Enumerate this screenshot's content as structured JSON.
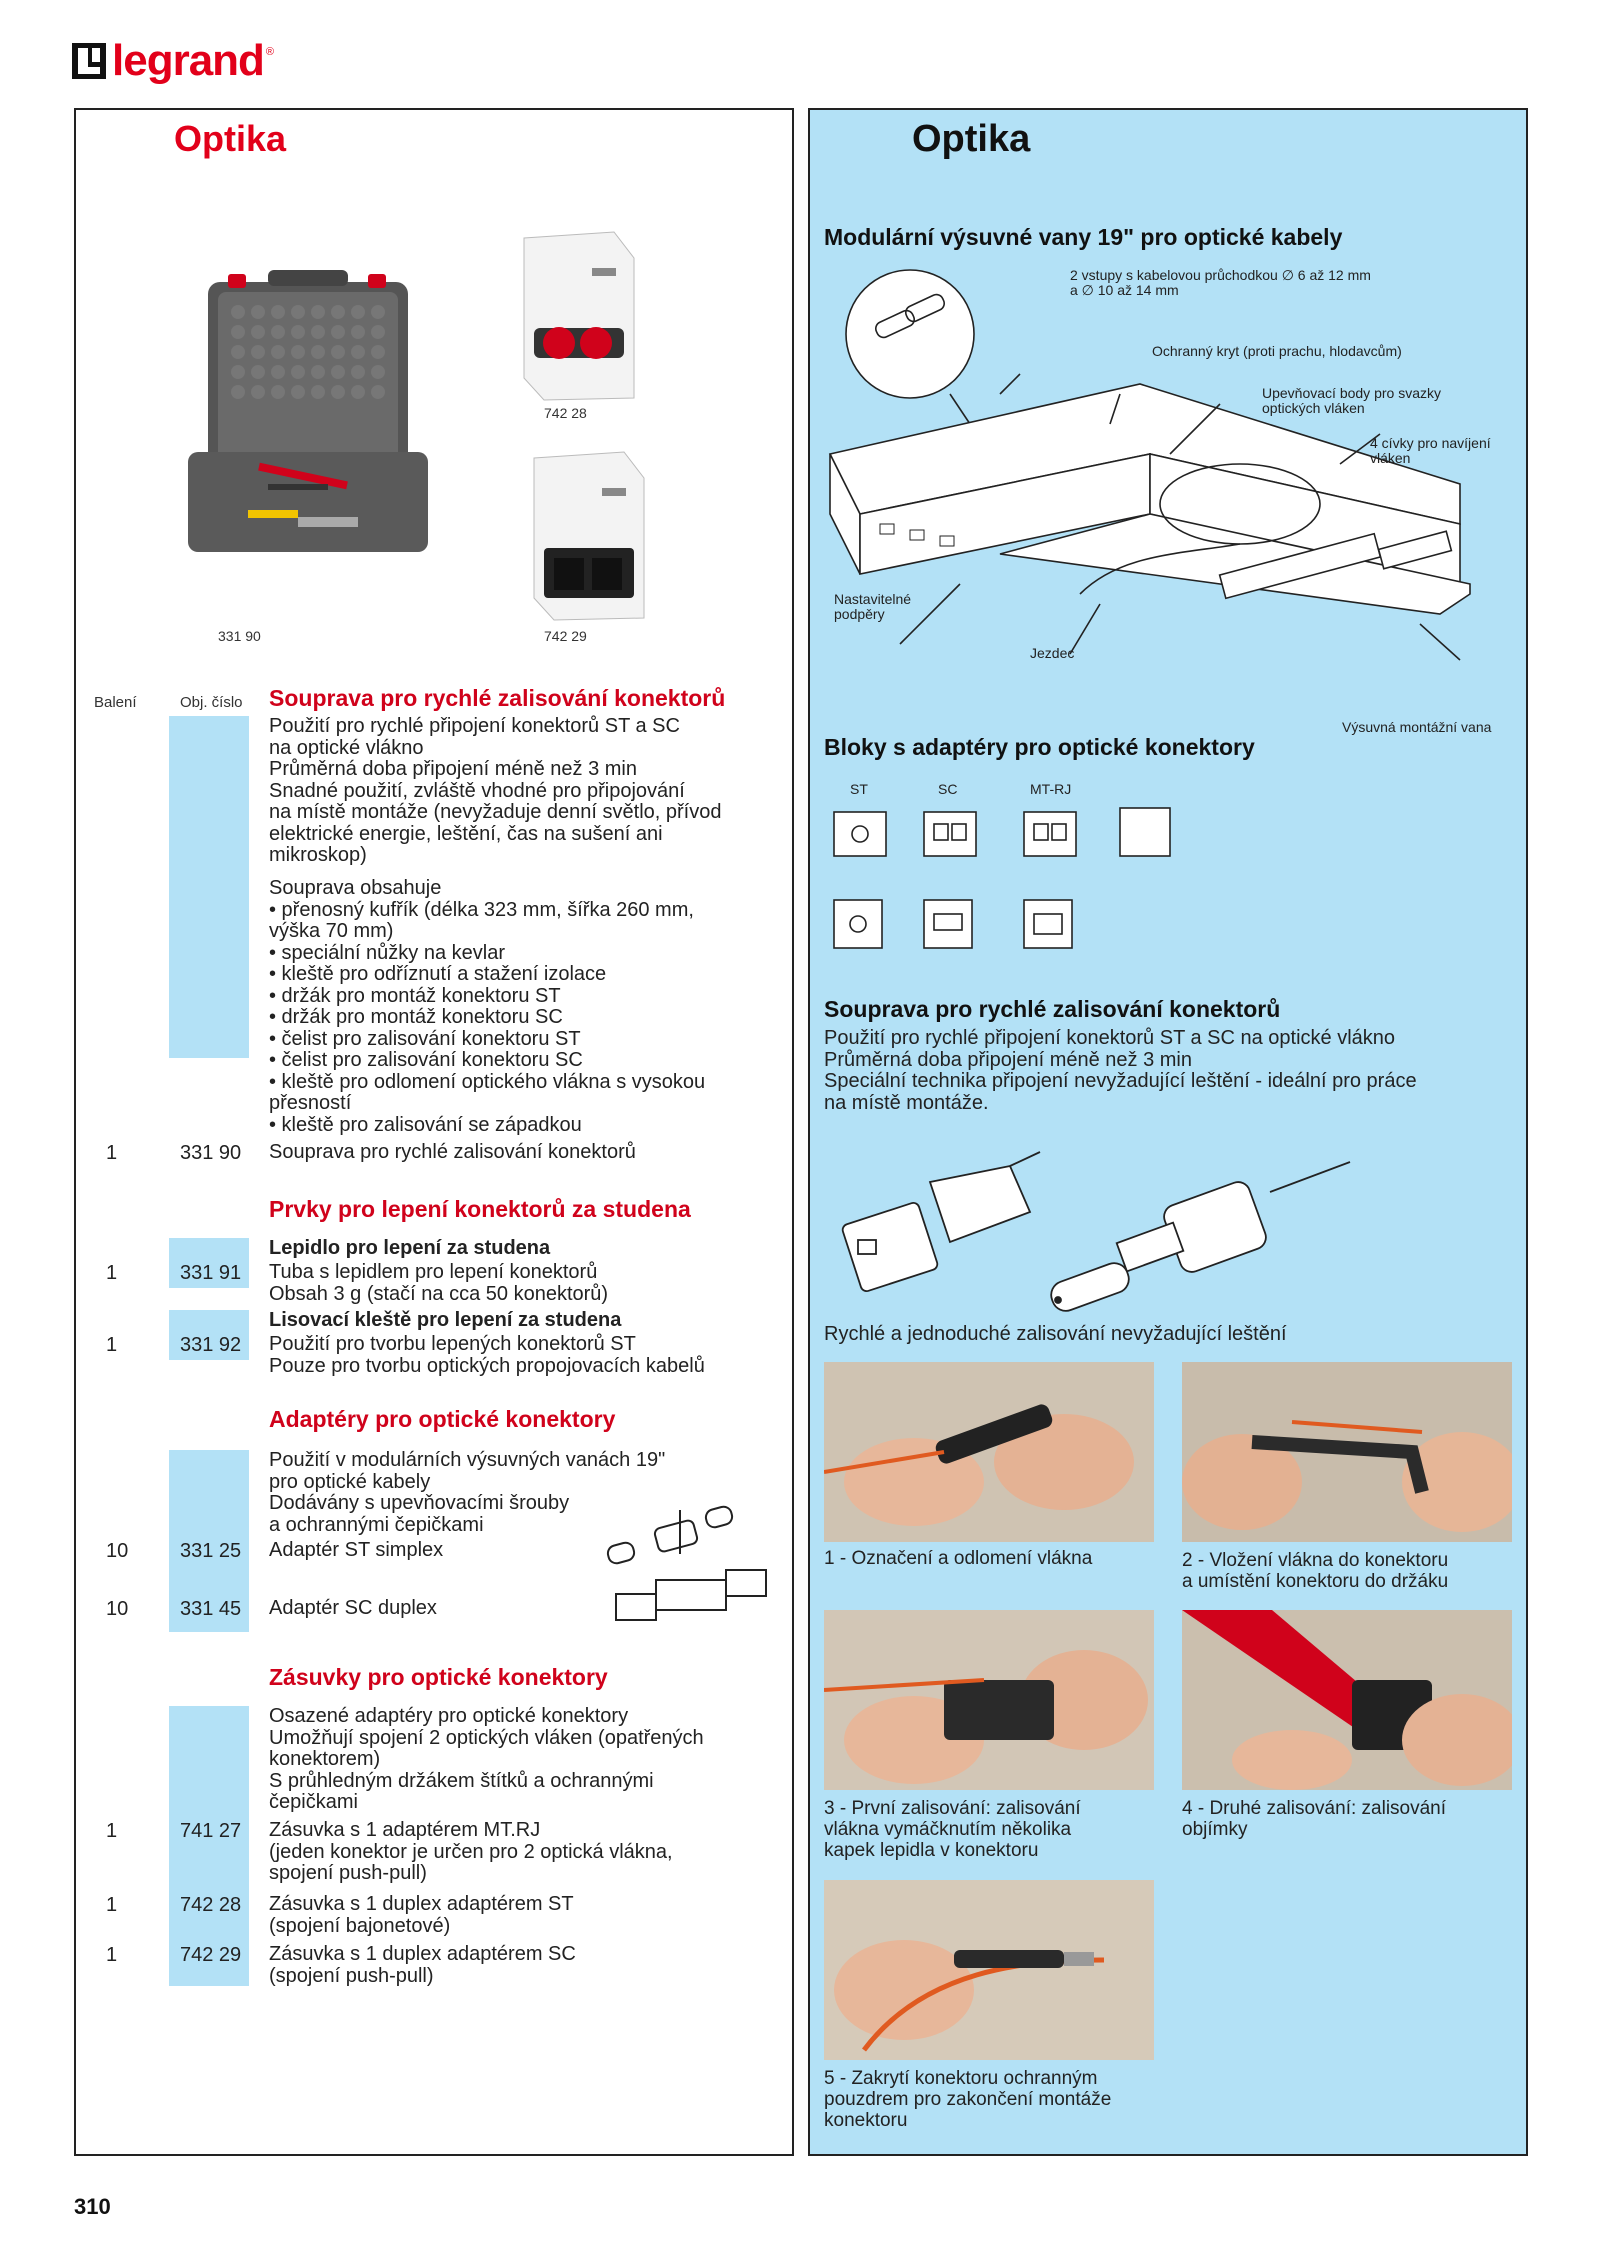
{
  "brand": {
    "name": "legrand",
    "color": "#e2001a"
  },
  "left": {
    "title": "Optika",
    "image_captions": {
      "case": "331 90",
      "socket_st": "742 28",
      "socket_sc": "742 29"
    },
    "col_headers": {
      "qty": "Balení",
      "code": "Obj. číslo"
    },
    "sections": [
      {
        "title": "Souprava pro rychlé zalisování konektorů",
        "intro": "Použití pro rychlé připojení konektorů ST a SC\nna optické vlákno\nPrůměrná doba připojení méně než 3 min\nSnadné použití, zvláště vhodné pro připojování\nna místě montáže (nevyžaduje denní světlo, přívod\nelektrické energie, leštění, čas na sušení ani\nmikroskop)",
        "contents": "Souprava obsahuje\n• přenosný kufřík (délka 323 mm, šířka 260 mm,\n  výška 70 mm)\n• speciální nůžky na kevlar\n• kleště pro odříznutí a stažení izolace\n• držák pro montáž konektoru ST\n• držák pro montáž konektoru SC\n• čelist pro zalisování konektoru ST\n• čelist pro zalisování konektoru SC\n• kleště pro odlomení optického vlákna s vysokou\n  přesností\n• kleště pro zalisování se západkou",
        "items": [
          {
            "qty": "1",
            "code": "331 90",
            "desc": "Souprava pro rychlé zalisování konektorů"
          }
        ]
      },
      {
        "title": "Prvky pro lepení konektorů za studena",
        "items": [
          {
            "head": "Lepidlo pro lepení za studena",
            "qty": "1",
            "code": "331 91",
            "desc": "Tuba s lepidlem pro lepení konektorů\nObsah 3 g (stačí na cca 50 konektorů)"
          },
          {
            "head": "Lisovací kleště pro lepení za studena",
            "qty": "1",
            "code": "331 92",
            "desc": "Použití pro tvorbu lepených konektorů ST\nPouze pro tvorbu optických propojovacích kabelů"
          }
        ]
      },
      {
        "title": "Adaptéry pro optické konektory",
        "intro": "Použití v modulárních výsuvných vanách 19\"\npro optické kabely\nDodávány s upevňovacími šrouby\na ochrannými čepičkami",
        "items": [
          {
            "qty": "10",
            "code": "331 25",
            "desc": "Adaptér ST simplex"
          },
          {
            "qty": "10",
            "code": "331 45",
            "desc": "Adaptér SC duplex"
          }
        ]
      },
      {
        "title": "Zásuvky pro optické konektory",
        "intro": "Osazené adaptéry pro optické konektory\nUmožňují spojení 2 optických vláken (opatřených\nkonektorem)\nS průhledným držákem štítků a ochrannými\nčepičkami",
        "items": [
          {
            "qty": "1",
            "code": "741 27",
            "desc": "Zásuvka s 1 adaptérem MT.RJ\n(jeden konektor je určen pro 2 optická vlákna,\nspojení push-pull)"
          },
          {
            "qty": "1",
            "code": "742 28",
            "desc": "Zásuvka s 1 duplex adaptérem ST\n(spojení bajonetové)"
          },
          {
            "qty": "1",
            "code": "742 29",
            "desc": "Zásuvka s 1 duplex adaptérem SC\n(spojení push-pull)"
          }
        ]
      }
    ]
  },
  "right": {
    "title": "Optika",
    "drawer": {
      "heading": "Modulární výsuvné vany 19\" pro optické kabely",
      "labels": {
        "inputs": "2 vstupy s kabelovou průchodkou ∅ 6 až 12 mm\na ∅ 10 až 14 mm",
        "cover": "Ochranný kryt (proti prachu, hlodavcům)",
        "fixing": "Upevňovací body pro svazky\noptických vláken",
        "spools": "4 cívky pro navíjení\nvláken",
        "supports": "Nastavitelné\npodpěry",
        "slider": "Jezdec",
        "tray": "Výsuvná montážní vana"
      }
    },
    "adapters": {
      "heading": "Bloky s adaptéry pro optické konektory",
      "types": [
        "ST",
        "SC",
        "MT-RJ"
      ]
    },
    "kit": {
      "heading": "Souprava pro rychlé zalisování konektorů",
      "text": "Použití pro rychlé připojení konektorů ST a SC na optické vlákno\nPrůměrná doba připojení méně než 3 min\nSpeciální technika připojení nevyžadující leštění - ideální pro práce\nna místě montáže.",
      "subcaption": "Rychlé a jednoduché zalisování nevyžadující leštění"
    },
    "steps": [
      "1 - Označení a odlomení vlákna",
      "2 - Vložení vlákna do konektoru\na umístění konektoru do držáku",
      "3 - První zalisování: zalisování\nvlákna vymáčknutím několika\nkapek lepidla v konektoru",
      "4 - Druhé zalisování: zalisování\nobjímky",
      "5 - Zakrytí konektoru ochranným\npouzdrem pro zakončení montáže\nkonektoru"
    ]
  },
  "page_number": "310"
}
